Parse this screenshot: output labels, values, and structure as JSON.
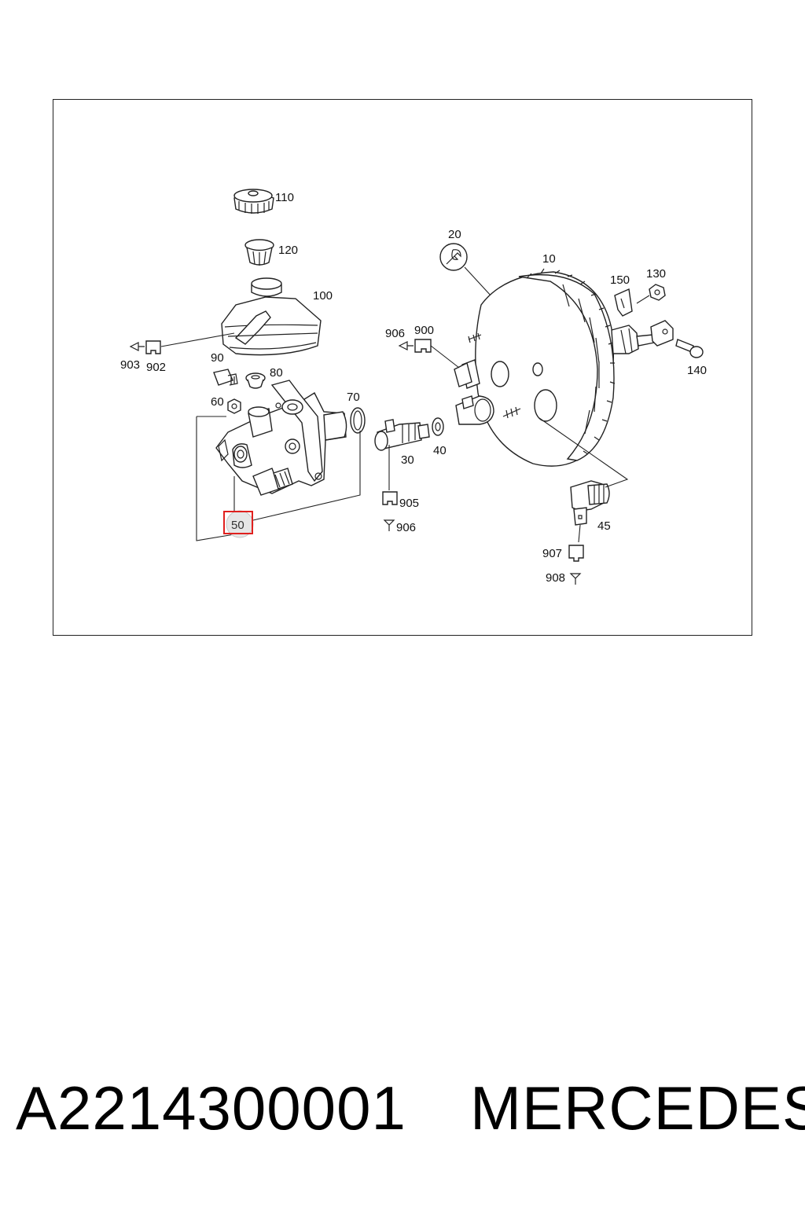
{
  "callouts": {
    "c110": "110",
    "c120": "120",
    "c100": "100",
    "c903": "903",
    "c902": "902",
    "c90": "90",
    "c80": "80",
    "c60": "60",
    "c70": "70",
    "c50": "50",
    "c20": "20",
    "c10": "10",
    "c150": "150",
    "c130": "130",
    "c140": "140",
    "c906a": "906",
    "c900": "900",
    "c30": "30",
    "c40": "40",
    "c905": "905",
    "c906b": "906",
    "c45": "45",
    "c907": "907",
    "c908": "908"
  },
  "highlight": {
    "selected_callout": "50",
    "color": "#e0201e"
  },
  "footer": {
    "part_number": "A2214300001",
    "brand": "MERCEDES"
  }
}
